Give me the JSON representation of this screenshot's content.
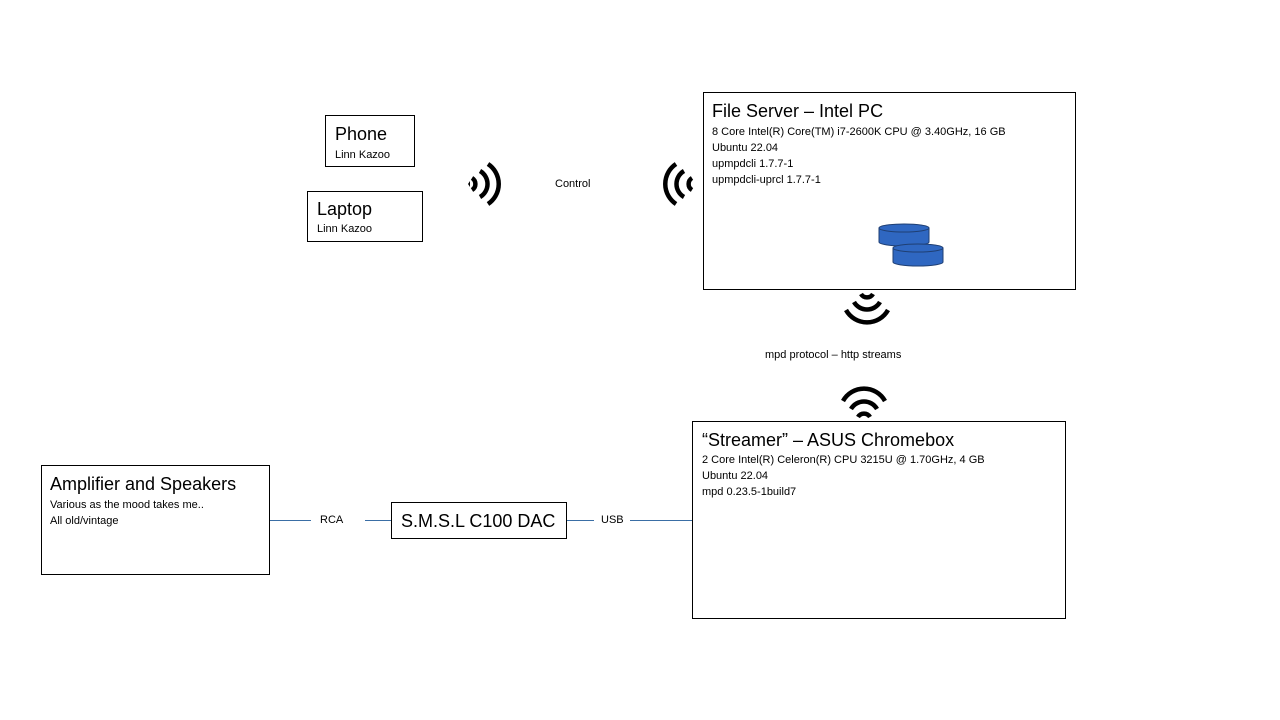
{
  "phone": {
    "title": "Phone",
    "subtitle": "Linn Kazoo"
  },
  "laptop": {
    "title": "Laptop",
    "subtitle": "Linn Kazoo"
  },
  "control_label": "Control",
  "file_server": {
    "title": "File Server – Intel PC",
    "lines": [
      "8 Core Intel(R) Core(TM) i7-2600K CPU @ 3.40GHz, 16 GB",
      "Ubuntu 22.04",
      "upmpdcli 1.7.7-1",
      "upmpdcli-uprcl 1.7.7-1"
    ]
  },
  "protocol_label": "mpd protocol – http streams",
  "streamer": {
    "title": "“Streamer” – ASUS Chromebox",
    "lines": [
      "2 Core Intel(R) Celeron(R) CPU 3215U @ 1.70GHz, 4 GB",
      "Ubuntu 22.04",
      "mpd 0.23.5-1build7"
    ]
  },
  "amplifier": {
    "title": "Amplifier and Speakers",
    "lines": [
      "Various as the mood takes me..",
      "All old/vintage"
    ]
  },
  "dac": {
    "title": "S.M.S.L C100 DAC"
  },
  "rca_label": "RCA",
  "usb_label": "USB",
  "colors": {
    "connector": "#3a6ea5",
    "database": "#2f67c1",
    "database_outline": "#1f3f73"
  },
  "icons": [
    "wifi-right-icon",
    "wifi-left-icon",
    "wifi-down-icon",
    "wifi-up-icon",
    "database-icon"
  ]
}
